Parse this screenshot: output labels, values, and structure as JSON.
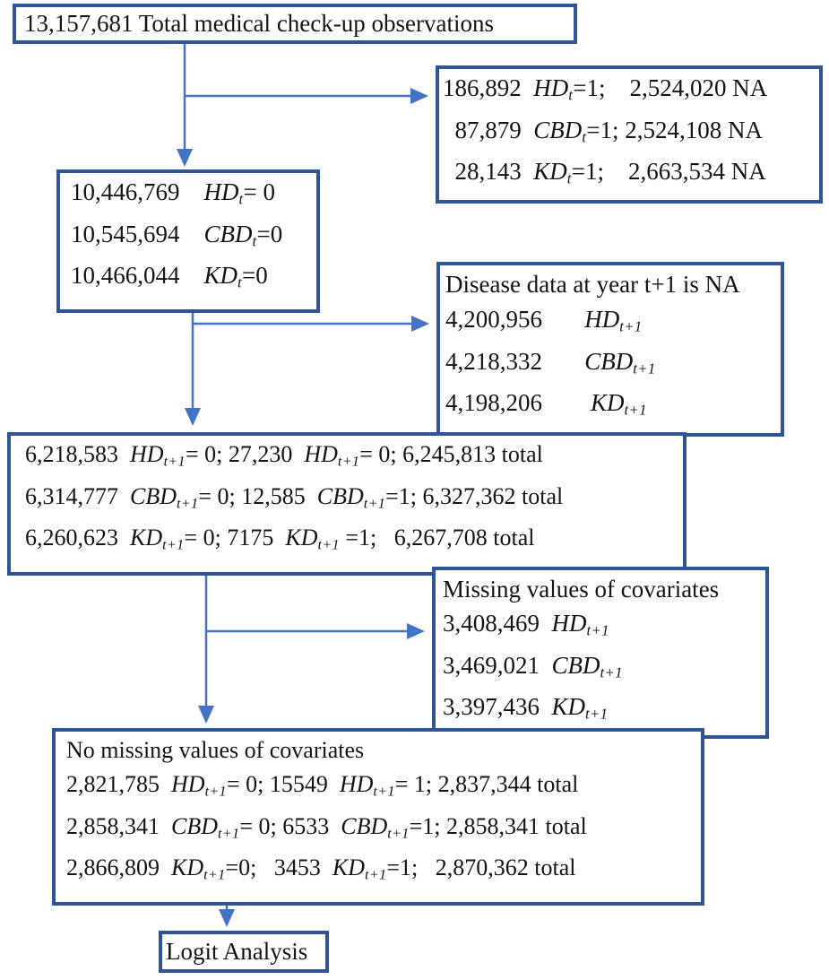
{
  "colors": {
    "box_border": "#2F5597",
    "arrow": "#4472C4",
    "text": "#141414",
    "background": "#FFFFFF"
  },
  "boxes": {
    "total": {
      "lines": [
        [
          {
            "k": "n",
            "t": "13,157,681 Total medical check-up observations"
          }
        ]
      ]
    },
    "excluded_t": {
      "lines": [
        [
          {
            "k": "n",
            "t": "186,892  "
          },
          {
            "k": "i",
            "t": "HD"
          },
          {
            "k": "s",
            "t": "t"
          },
          {
            "k": "n",
            "t": "=1;    2,524,020 NA"
          }
        ],
        [
          {
            "k": "n",
            "t": "  87,879  "
          },
          {
            "k": "i",
            "t": "CBD"
          },
          {
            "k": "s",
            "t": "t"
          },
          {
            "k": "n",
            "t": "=1; 2,524,108 NA"
          }
        ],
        [
          {
            "k": "n",
            "t": "  28,143  "
          },
          {
            "k": "i",
            "t": "KD"
          },
          {
            "k": "s",
            "t": "t"
          },
          {
            "k": "n",
            "t": "=1;    2,663,534 NA"
          }
        ]
      ]
    },
    "kept_t": {
      "lines": [
        [
          {
            "k": "n",
            "t": "10,446,769    "
          },
          {
            "k": "i",
            "t": "HD"
          },
          {
            "k": "s",
            "t": "t"
          },
          {
            "k": "n",
            "t": "= 0"
          }
        ],
        [
          {
            "k": "n",
            "t": "10,545,694    "
          },
          {
            "k": "i",
            "t": "CBD"
          },
          {
            "k": "s",
            "t": "t"
          },
          {
            "k": "n",
            "t": "=0"
          }
        ],
        [
          {
            "k": "n",
            "t": "10,466,044    "
          },
          {
            "k": "i",
            "t": "KD"
          },
          {
            "k": "s",
            "t": "t"
          },
          {
            "k": "n",
            "t": "=0"
          }
        ]
      ]
    },
    "na_t1": {
      "lines": [
        [
          {
            "k": "n",
            "t": "Disease data at year t+1 is NA"
          }
        ],
        [
          {
            "k": "n",
            "t": "4,200,956       "
          },
          {
            "k": "i",
            "t": "HD"
          },
          {
            "k": "s",
            "t": "t+1"
          }
        ],
        [
          {
            "k": "n",
            "t": "4,218,332       "
          },
          {
            "k": "i",
            "t": "CBD"
          },
          {
            "k": "s",
            "t": "t+1"
          }
        ],
        [
          {
            "k": "n",
            "t": "4,198,206        "
          },
          {
            "k": "i",
            "t": "KD"
          },
          {
            "k": "s",
            "t": "t+1"
          }
        ]
      ]
    },
    "sample_t1": {
      "lines": [
        [
          {
            "k": "n",
            "t": "6,218,583  "
          },
          {
            "k": "i",
            "t": "HD"
          },
          {
            "k": "s",
            "t": "t+1"
          },
          {
            "k": "n",
            "t": "= 0; 27,230  "
          },
          {
            "k": "i",
            "t": "HD"
          },
          {
            "k": "s",
            "t": "t+1"
          },
          {
            "k": "n",
            "t": "= 0; 6,245,813 total"
          }
        ],
        [
          {
            "k": "n",
            "t": "6,314,777  "
          },
          {
            "k": "i",
            "t": "CBD"
          },
          {
            "k": "s",
            "t": "t+1"
          },
          {
            "k": "n",
            "t": "= 0; 12,585  "
          },
          {
            "k": "i",
            "t": "CBD"
          },
          {
            "k": "s",
            "t": "t+1"
          },
          {
            "k": "n",
            "t": "=1; 6,327,362 total"
          }
        ],
        [
          {
            "k": "n",
            "t": "6,260,623  "
          },
          {
            "k": "i",
            "t": "KD"
          },
          {
            "k": "s",
            "t": "t+1"
          },
          {
            "k": "n",
            "t": "= 0; 7175  "
          },
          {
            "k": "i",
            "t": "KD"
          },
          {
            "k": "s",
            "t": "t+1"
          },
          {
            "k": "n",
            "t": " =1;   6,267,708 total"
          }
        ]
      ]
    },
    "missing_cov": {
      "lines": [
        [
          {
            "k": "n",
            "t": "Missing values of covariates"
          }
        ],
        [
          {
            "k": "n",
            "t": "3,408,469  "
          },
          {
            "k": "i",
            "t": "HD"
          },
          {
            "k": "s",
            "t": "t+1"
          }
        ],
        [
          {
            "k": "n",
            "t": "3,469,021  "
          },
          {
            "k": "i",
            "t": "CBD"
          },
          {
            "k": "s",
            "t": "t+1"
          }
        ],
        [
          {
            "k": "n",
            "t": "3,397,436  "
          },
          {
            "k": "i",
            "t": "KD"
          },
          {
            "k": "s",
            "t": "t+1"
          }
        ]
      ]
    },
    "no_missing_cov": {
      "lines": [
        [
          {
            "k": "n",
            "t": "No missing values of covariates"
          }
        ],
        [
          {
            "k": "n",
            "t": "2,821,785  "
          },
          {
            "k": "i",
            "t": "HD"
          },
          {
            "k": "s",
            "t": "t+1"
          },
          {
            "k": "n",
            "t": "= 0; 15549  "
          },
          {
            "k": "i",
            "t": "HD"
          },
          {
            "k": "s",
            "t": "t+1"
          },
          {
            "k": "n",
            "t": "= 1; 2,837,344 total"
          }
        ],
        [
          {
            "k": "n",
            "t": "2,858,341  "
          },
          {
            "k": "i",
            "t": "CBD"
          },
          {
            "k": "s",
            "t": "t+1"
          },
          {
            "k": "n",
            "t": "= 0; 6533  "
          },
          {
            "k": "i",
            "t": "CBD"
          },
          {
            "k": "s",
            "t": "t+1"
          },
          {
            "k": "n",
            "t": "=1; 2,858,341 total"
          }
        ],
        [
          {
            "k": "n",
            "t": "2,866,809  "
          },
          {
            "k": "i",
            "t": "KD"
          },
          {
            "k": "s",
            "t": "t+1"
          },
          {
            "k": "n",
            "t": "=0;   3453  "
          },
          {
            "k": "i",
            "t": "KD"
          },
          {
            "k": "s",
            "t": "t+1"
          },
          {
            "k": "n",
            "t": "=1;   2,870,362 total"
          }
        ]
      ]
    },
    "logit": {
      "lines": [
        [
          {
            "k": "n",
            "t": "Logit Analysis"
          }
        ]
      ]
    }
  }
}
